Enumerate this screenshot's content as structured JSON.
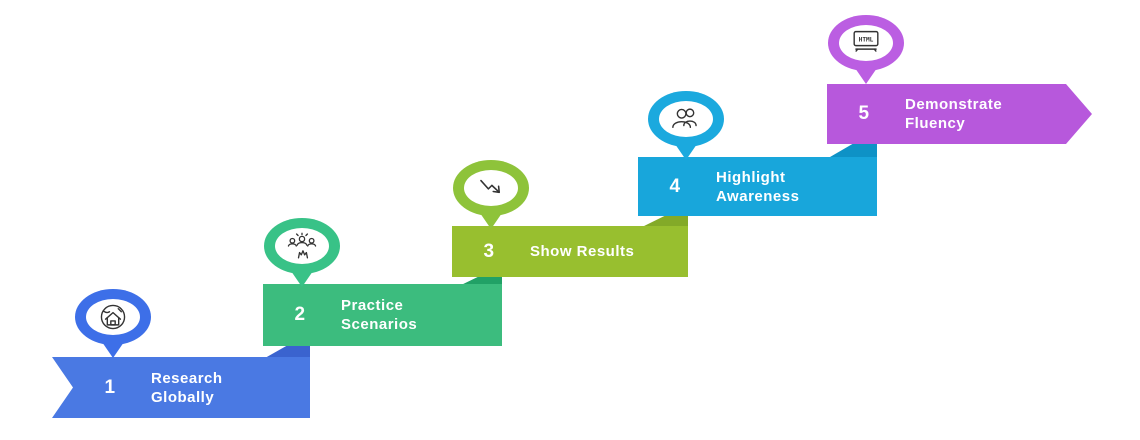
{
  "page": {
    "background": "#ffffff",
    "text_color": "#ffffff",
    "icon_stroke": "#333333"
  },
  "diagram": {
    "steps": [
      {
        "number": "1",
        "label": "Research\nGlobally",
        "color": "#4a79e3",
        "bubble_color": "#3d6fe8",
        "icon": "globe-home-icon"
      },
      {
        "number": "2",
        "label": "Practice\nScenarios",
        "color": "#3cbc7e",
        "bubble_color": "#38c287",
        "fold_color": "#3a63cf",
        "icon": "team-discussion-icon"
      },
      {
        "number": "3",
        "label": "Show Results",
        "color": "#98bf2f",
        "bubble_color": "#8ec33a",
        "fold_color": "#21a166",
        "icon": "trend-down-arrow-icon"
      },
      {
        "number": "4",
        "label": "Highlight\nAwareness",
        "color": "#18a6db",
        "bubble_color": "#1ba9de",
        "fold_color": "#83aa28",
        "icon": "group-users-icon"
      },
      {
        "number": "5",
        "label": "Demonstrate\nFluency",
        "color": "#b758dc",
        "bubble_color": "#bb5ee2",
        "fold_color": "#0e92c6",
        "icon": "html-monitor-icon",
        "icon_text": "HTML"
      }
    ]
  }
}
